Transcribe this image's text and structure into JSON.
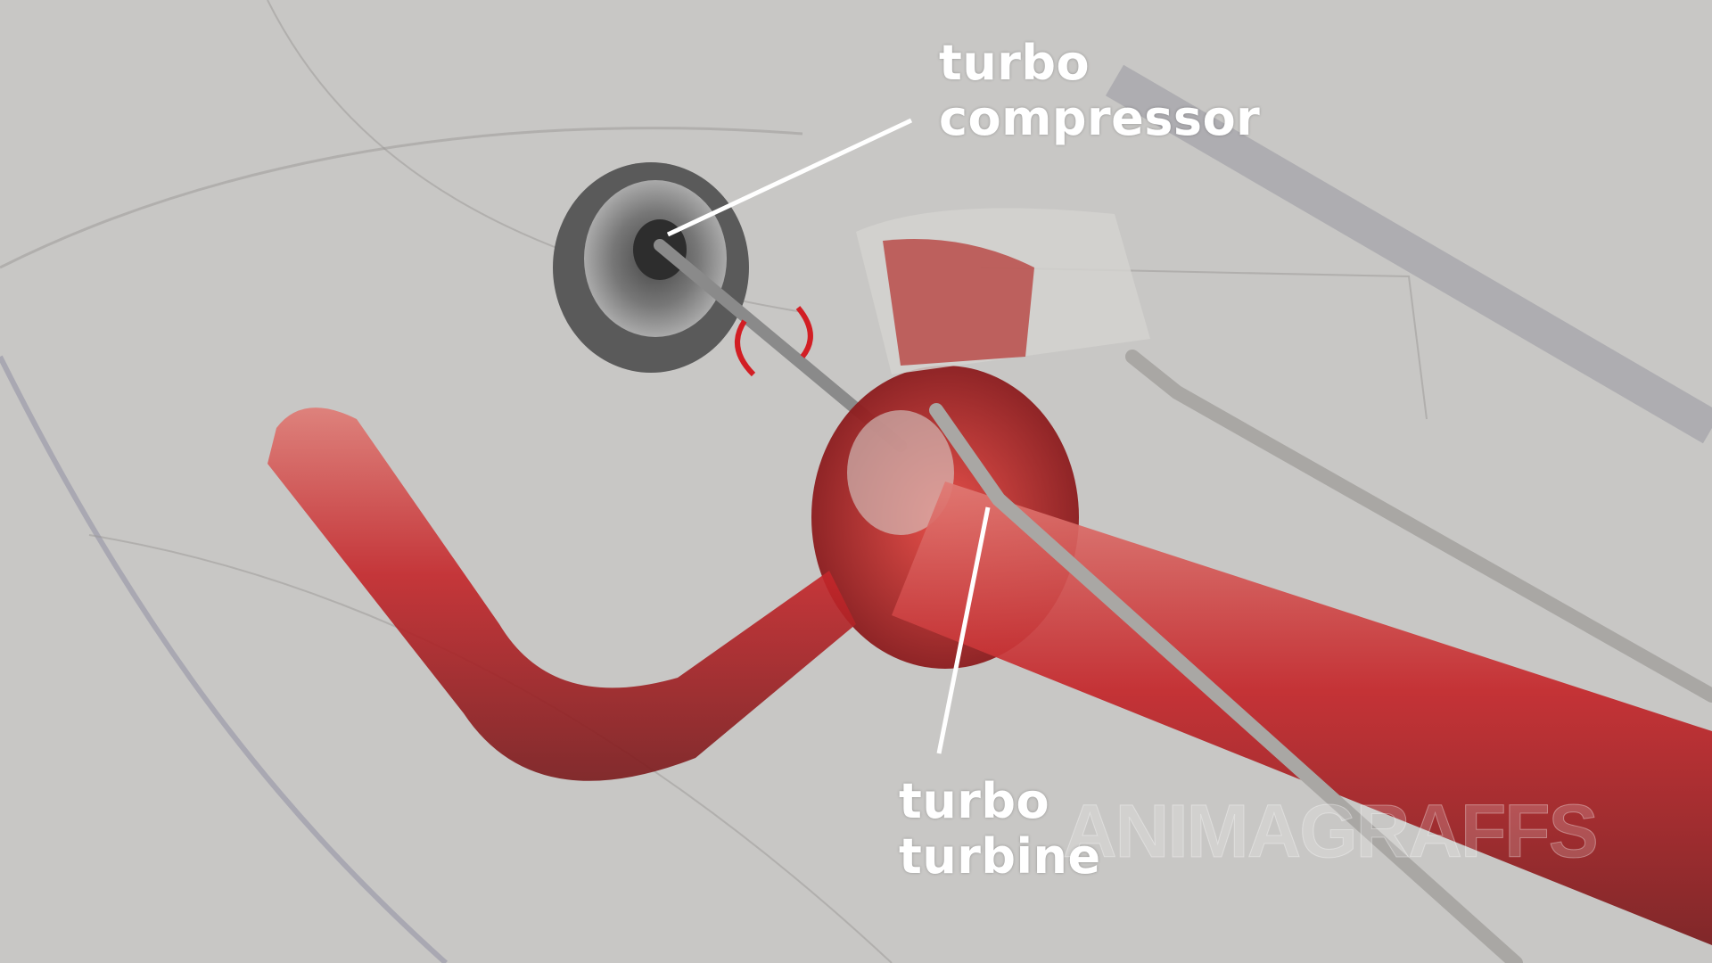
{
  "labels": {
    "compressor": [
      "turbo",
      "compressor"
    ],
    "turbine": [
      "turbo",
      "turbine"
    ]
  },
  "watermark": "ANIMAGRAFFS",
  "colors": {
    "background": "#c8c7c5",
    "exhaust_red": "#b8262a",
    "label": "#ffffff"
  }
}
